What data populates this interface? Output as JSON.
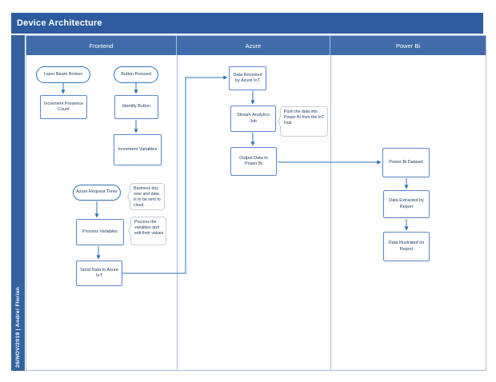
{
  "title": "Device Architecture",
  "sidebar": {
    "text": "26/NOV/2019 | Andrei Florian"
  },
  "lanes": [
    {
      "label": "Frontend"
    },
    {
      "label": "Azure"
    },
    {
      "label": "Power Bi"
    }
  ],
  "nodes": {
    "laser_beam_broken": "Laser Beam Broken",
    "button_pressed": "Button Pressed",
    "increment_presence_count": "Increment Presence Count",
    "identify_button": "Identify Button",
    "increment_variables": "Increment Variables",
    "azure_request_timer": "Azure Request Timer",
    "process_variables": "Process Variables",
    "send_data_to_azure_iot": "Send Data to Azure IoT",
    "data_received_by_azure_iot": "Data Received by Azure IoT",
    "stream_analytics_job": "Stream Analytics Job",
    "output_data_to_power_bi": "Output Data to Power Bi",
    "power_bi_dataset": "Power Bi Dataset",
    "data_extracted_by_report": "Data Extracted by Report",
    "data_illustrated_on_report": "Data Illustrated on Report"
  },
  "annotations": {
    "azure_request_timer_note": "Business day over and data is to be sent to cloud",
    "process_variables_note": "Process the variables and edit their values",
    "stream_analytics_note": "Push the data into Power Bi from the IoT Hub"
  },
  "edges": [
    {
      "from": "laser_beam_broken",
      "to": "increment_presence_count"
    },
    {
      "from": "button_pressed",
      "to": "identify_button"
    },
    {
      "from": "identify_button",
      "to": "increment_variables"
    },
    {
      "from": "azure_request_timer",
      "to": "process_variables"
    },
    {
      "from": "process_variables",
      "to": "send_data_to_azure_iot"
    },
    {
      "from": "send_data_to_azure_iot",
      "to": "data_received_by_azure_iot"
    },
    {
      "from": "data_received_by_azure_iot",
      "to": "stream_analytics_job"
    },
    {
      "from": "stream_analytics_job",
      "to": "output_data_to_power_bi"
    },
    {
      "from": "output_data_to_power_bi",
      "to": "power_bi_dataset"
    },
    {
      "from": "power_bi_dataset",
      "to": "data_extracted_by_report"
    },
    {
      "from": "data_extracted_by_report",
      "to": "data_illustrated_on_report"
    }
  ],
  "colors": {
    "title_bar": "#2d5b9e",
    "lane_header": "#416ca9",
    "sidebar_band": "#35629f",
    "lane_border": "#a9bcd8",
    "terminator_border": "#2e74b8",
    "process_border": "#5b87c8",
    "connector": "#2e74b8",
    "shape_text": "#17375e",
    "annotation_border": "#c9cdd3"
  }
}
